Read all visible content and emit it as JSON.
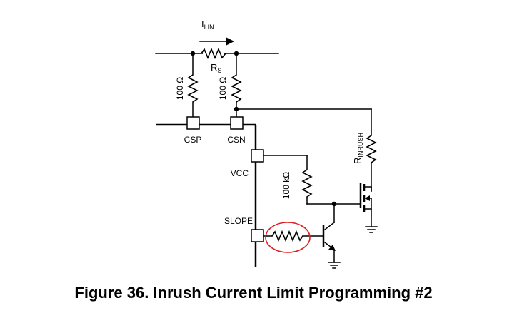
{
  "labels": {
    "current_main": "I",
    "current_sub": "LIN",
    "rs_main": "R",
    "rs_sub": "S",
    "r_csp": "100 Ω",
    "r_csn": "100 Ω",
    "pin_csp": "CSP",
    "pin_csn": "CSN",
    "pin_vcc": "VCC",
    "pin_slope": "SLOPE",
    "r_100k": "100 kΩ",
    "rinrush_main": "R",
    "rinrush_sub": "INRUSH"
  },
  "highlight_color": "#e02020",
  "caption": "Figure 36.  Inrush Current Limit Programming #2"
}
